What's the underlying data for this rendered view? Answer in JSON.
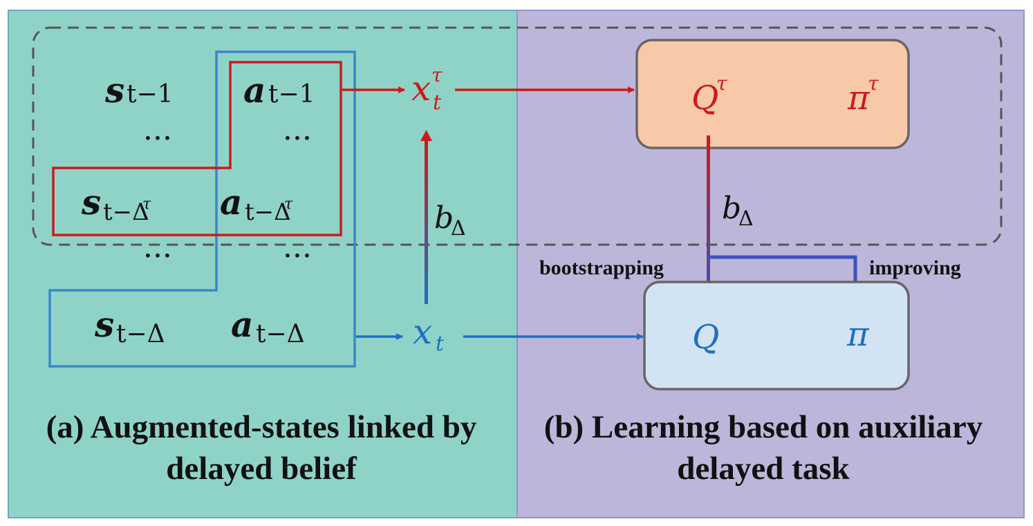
{
  "left_panel": {
    "caption_line1": "(a) Augmented-states linked by",
    "caption_line2": "delayed belief",
    "color": "#8fd3c8"
  },
  "right_panel": {
    "caption_line1": "(b) Learning based on auxiliary",
    "caption_line2": "delayed task",
    "color": "#bcb7da"
  },
  "grid": {
    "ellipsis": "···"
  },
  "belief_label": {
    "b": "b",
    "sub": "Δ"
  },
  "aux_box": {
    "Q": "Q",
    "pi": "π",
    "sup": "τ",
    "color": "#f7c9a8"
  },
  "main_box": {
    "Q": "Q",
    "pi": "π",
    "color": "#d2e3f3"
  },
  "labels": {
    "bootstrapping": "bootstrapping",
    "improving": "improving"
  },
  "colors": {
    "red": "#cc1a1a",
    "blue": "#1f6fc0",
    "purple": "#4a55b0",
    "dash": "#555555"
  }
}
